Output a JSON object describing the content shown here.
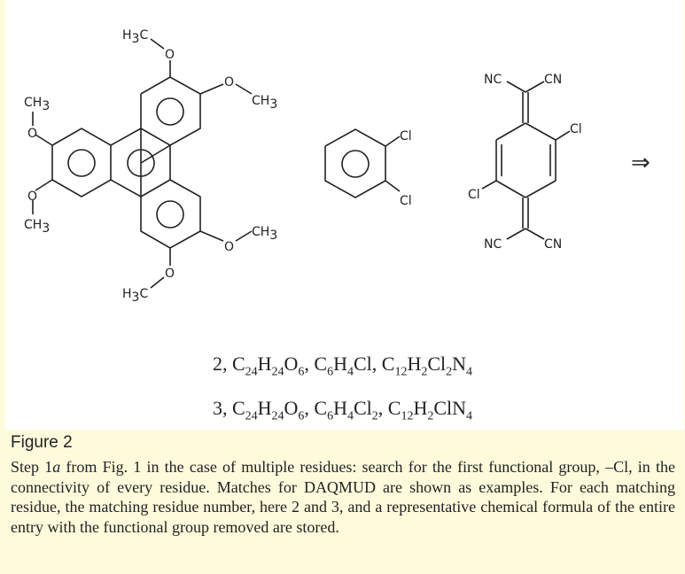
{
  "figure": {
    "labels": {
      "h3c": "H",
      "sub3": "3",
      "c": "C",
      "o": "O",
      "ch": "CH",
      "cl": "Cl",
      "nc": "NC",
      "cn": "CN",
      "arrow": "⇒"
    },
    "formulas": [
      {
        "index": "2",
        "parts": [
          "C",
          "24",
          "H",
          "24",
          "O",
          "6",
          ", C",
          "6",
          "H",
          "4",
          "Cl, C",
          "12",
          "H",
          "2",
          "Cl",
          "2",
          "N",
          "4"
        ]
      },
      {
        "index": "3",
        "parts": [
          "C",
          "24",
          "H",
          "24",
          "O",
          "6",
          ", C",
          "6",
          "H",
          "4",
          "Cl",
          "2",
          ", C",
          "12",
          "H",
          "2",
          "ClN",
          "4"
        ]
      }
    ]
  },
  "caption": {
    "title": "Figure 2",
    "text_part1": "Step 1",
    "text_italic": "a",
    "text_part2": " from Fig. 1 in the case of multiple residues: search for the first functional group, –Cl, in the connectivity of every residue. Matches for DAQMUD are shown as examples. For each matching residue, the matching residue number, here 2 and 3, and a representative chemical formula of the entire entry with the functional group removed are stored."
  }
}
